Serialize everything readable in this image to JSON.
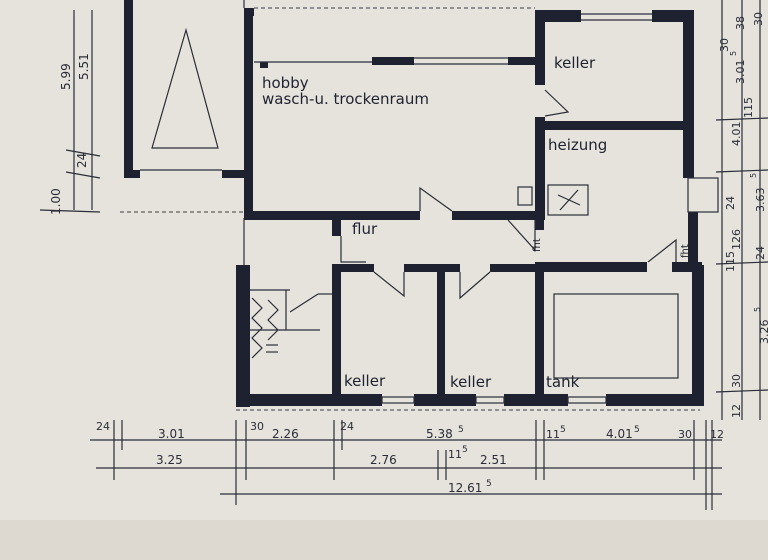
{
  "plan": {
    "rooms": {
      "hobby_line1": "hobby",
      "hobby_line2": "wasch-u. trockenraum",
      "keller_top": "keller",
      "heizung": "heizung",
      "flur": "flur",
      "keller_left": "keller",
      "keller_mid": "keller",
      "tank": "tank",
      "fht_1": "fht",
      "fht_2": "fht"
    },
    "left_dimensions": {
      "d1": "5.99",
      "d2": "5.51",
      "d3": "24",
      "d4": "1.00"
    },
    "right_dimensions": {
      "r1": "38",
      "r2": "30",
      "r3": "3.01",
      "r4": "5",
      "r5": "30",
      "r6": "4.01",
      "r7": "115",
      "r8": "3.63",
      "r9": "5",
      "r10": "24",
      "r11": "126",
      "r12": "115",
      "r13": "24",
      "r14": "3.26",
      "r15": "5",
      "r16": "30",
      "r17": "12"
    },
    "bottom_dimensions_row1": {
      "a": "24",
      "b": "3.01",
      "c": "30",
      "d": "2.26",
      "e": "24",
      "f": "5.38",
      "f_sup": "5",
      "g": "11",
      "g_sup": "5",
      "h": "4.01",
      "h_sup": "5",
      "i": "30",
      "j": "12"
    },
    "bottom_dimensions_row2": {
      "a": "3.25",
      "b": "2.76",
      "c": "11",
      "c_sup": "5",
      "d": "2.51"
    },
    "bottom_dimensions_row3": {
      "total": "12.61",
      "total_sup": "5"
    }
  }
}
